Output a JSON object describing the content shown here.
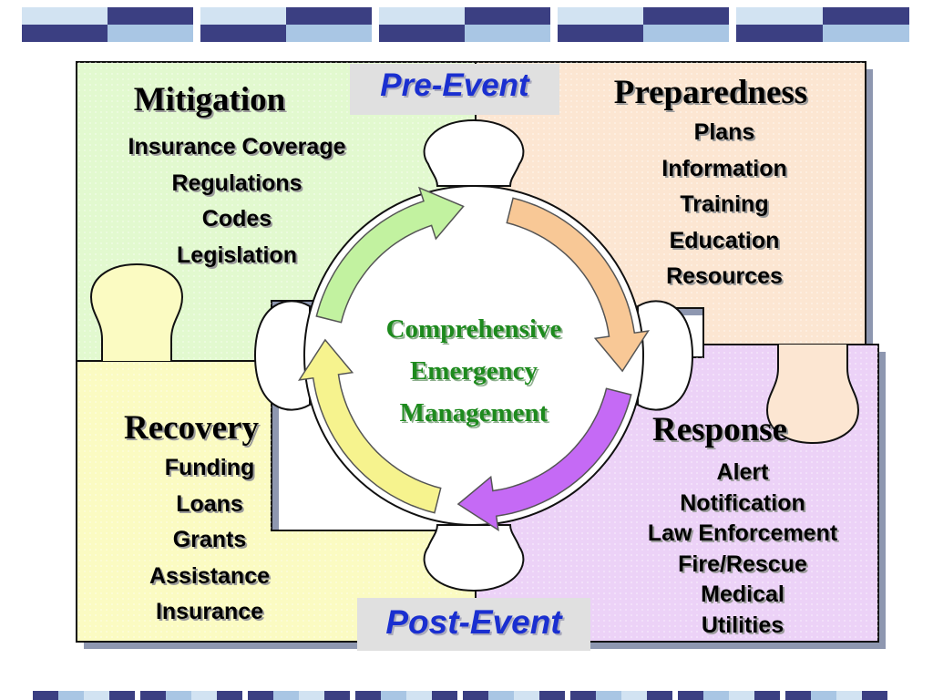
{
  "phases": {
    "pre_event": "Pre-Event",
    "post_event": "Post-Event"
  },
  "center": {
    "lines": [
      "Comprehensive",
      "Emergency",
      "Management"
    ],
    "color": "#1d8a1d"
  },
  "quadrants": {
    "mitigation": {
      "title": "Mitigation",
      "items": [
        "Insurance Coverage",
        "Regulations",
        "Codes",
        "Legislation"
      ],
      "fill": "#e2f9cf"
    },
    "preparedness": {
      "title": "Preparedness",
      "items": [
        "Plans",
        "Information",
        "Training",
        "Education",
        "Resources"
      ],
      "fill": "#fce6d2"
    },
    "recovery": {
      "title": "Recovery",
      "items": [
        "Funding",
        "Loans",
        "Grants",
        "Assistance",
        "Insurance"
      ],
      "fill": "#fbfbc2"
    },
    "response": {
      "title": "Response",
      "items": [
        "Alert",
        "Notification",
        "Law Enforcement",
        "Fire/Rescue",
        "Medical",
        "Utilities"
      ],
      "fill": "#ecd2f7"
    }
  },
  "cycle_arrows": [
    {
      "from": "mitigation",
      "to": "preparedness",
      "color": "#c2f2a0"
    },
    {
      "from": "preparedness",
      "to": "response",
      "color": "#f8c896"
    },
    {
      "from": "response",
      "to": "recovery",
      "color": "#c56af5"
    },
    {
      "from": "recovery",
      "to": "mitigation",
      "color": "#f6f38e"
    }
  ],
  "colors": {
    "bar_dark": "#3b3f82",
    "bar_light": "#a9c6e4",
    "bar_pale": "#d2e3f2",
    "phase_text": "#1a2fd0"
  }
}
